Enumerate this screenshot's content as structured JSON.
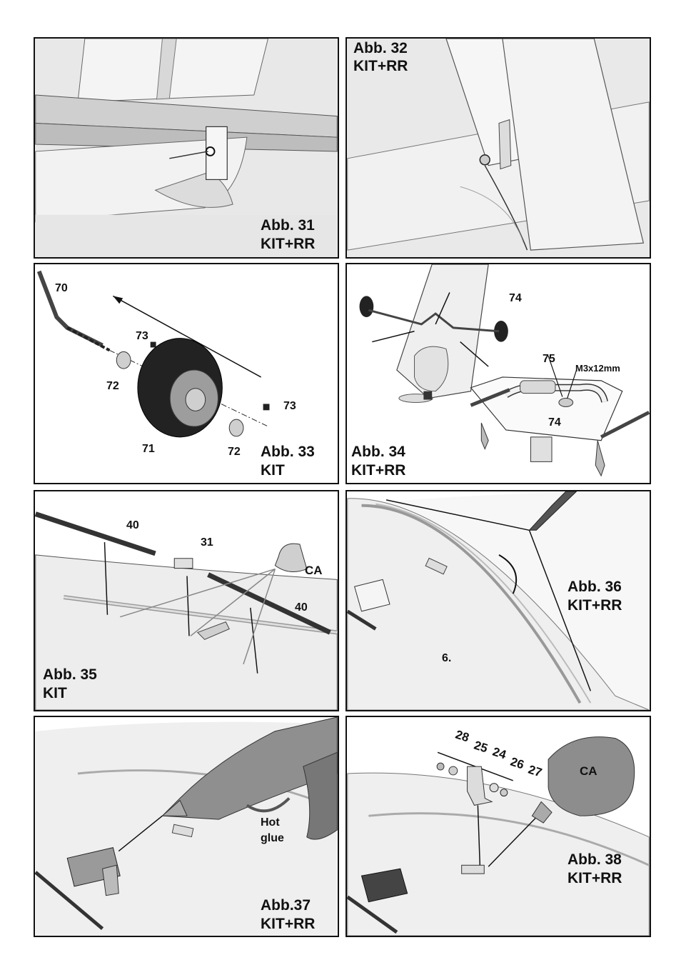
{
  "panels": {
    "p31": {
      "caption": "Abb. 31",
      "subcaption": "KIT+RR"
    },
    "p32": {
      "caption": "Abb. 32",
      "subcaption": "KIT+RR"
    },
    "p33": {
      "caption": "Abb. 33",
      "subcaption": "KIT",
      "labels": {
        "l70": "70",
        "l73a": "73",
        "l72a": "72",
        "l73b": "73",
        "l71": "71",
        "l72b": "72"
      }
    },
    "p34": {
      "caption": "Abb. 34",
      "subcaption": "KIT+RR",
      "labels": {
        "l74a": "74",
        "l75": "75",
        "screw": "M3x12mm",
        "l74b": "74"
      }
    },
    "p35": {
      "caption": "Abb. 35",
      "subcaption": "KIT",
      "labels": {
        "l40a": "40",
        "l31": "31",
        "ca": "CA",
        "l40b": "40"
      }
    },
    "p36": {
      "caption": "Abb. 36",
      "subcaption": "KIT+RR",
      "labels": {
        "six": "6."
      }
    },
    "p37": {
      "caption": "Abb.37",
      "subcaption": "KIT+RR",
      "labels": {
        "hot": "Hot",
        "glue": "glue"
      }
    },
    "p38": {
      "caption": "Abb. 38",
      "subcaption": "KIT+RR",
      "labels": {
        "l28": "28",
        "l25": "25",
        "l24": "24",
        "l26": "26",
        "l27": "27",
        "ca": "CA"
      }
    }
  }
}
